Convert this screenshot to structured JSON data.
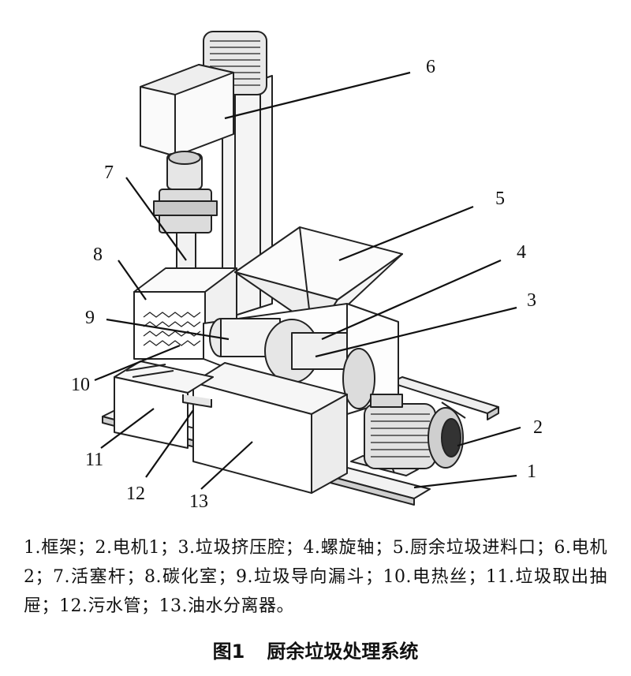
{
  "callouts": [
    {
      "id": "1",
      "text": "1"
    },
    {
      "id": "2",
      "text": "2"
    },
    {
      "id": "3",
      "text": "3"
    },
    {
      "id": "4",
      "text": "4"
    },
    {
      "id": "5",
      "text": "5"
    },
    {
      "id": "6",
      "text": "6"
    },
    {
      "id": "7",
      "text": "7"
    },
    {
      "id": "8",
      "text": "8"
    },
    {
      "id": "9",
      "text": "9"
    },
    {
      "id": "10",
      "text": "10"
    },
    {
      "id": "11",
      "text": "11"
    },
    {
      "id": "12",
      "text": "12"
    },
    {
      "id": "13",
      "text": "13"
    }
  ],
  "caption": "1.框架；2.电机1；3.垃圾挤压腔；4.螺旋轴；5.厨余垃圾进料口；6.电机2；7.活塞杆；8.碳化室；9.垃圾导向漏斗；10.电热丝；11.垃圾取出抽屉；12.污水管；13.油水分离器。",
  "figure_title": {
    "label": "图1",
    "name": "厨余垃圾处理系统"
  }
}
